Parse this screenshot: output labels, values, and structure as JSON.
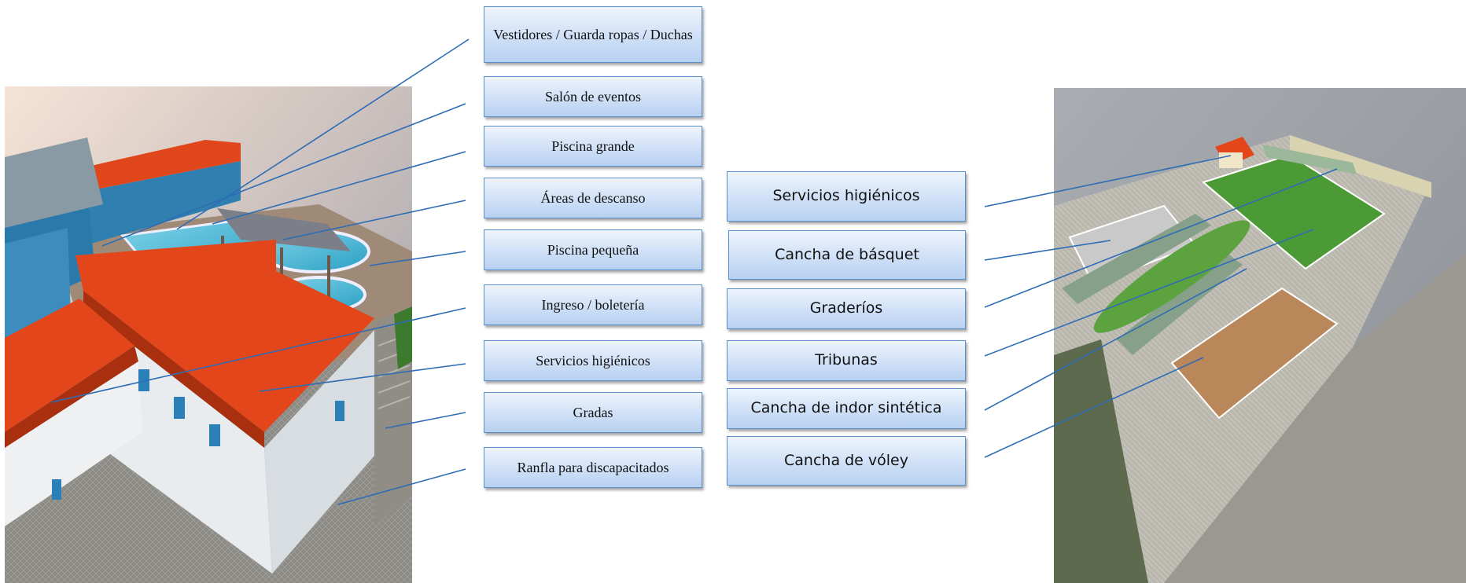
{
  "left_labels": [
    "Vestidores / Guarda ropas / Duchas",
    "Salón de eventos",
    "Piscina grande",
    "Áreas de descanso",
    "Piscina pequeña",
    "Ingreso / boletería",
    "Servicios higiénicos",
    "Gradas",
    "Ranfla para discapacitados"
  ],
  "right_labels": [
    "Servicios higiénicos",
    "Cancha de básquet",
    "Graderíos",
    "Tribunas",
    "Cancha de indor sintética",
    "Cancha de vóley"
  ],
  "colors": {
    "label_fill_top": "#eef4fc",
    "label_fill_bottom": "#b8d1f1",
    "label_border": "#5b8fc9",
    "leader_line": "#2e6db4",
    "roof_orange": "#e2461a",
    "pool_blue": "#3fb6d6",
    "turf_green": "#4c9a36",
    "clay_brown": "#b9875a"
  },
  "images": {
    "left": "3d-render-pool-complex",
    "right": "3d-render-sports-complex"
  }
}
